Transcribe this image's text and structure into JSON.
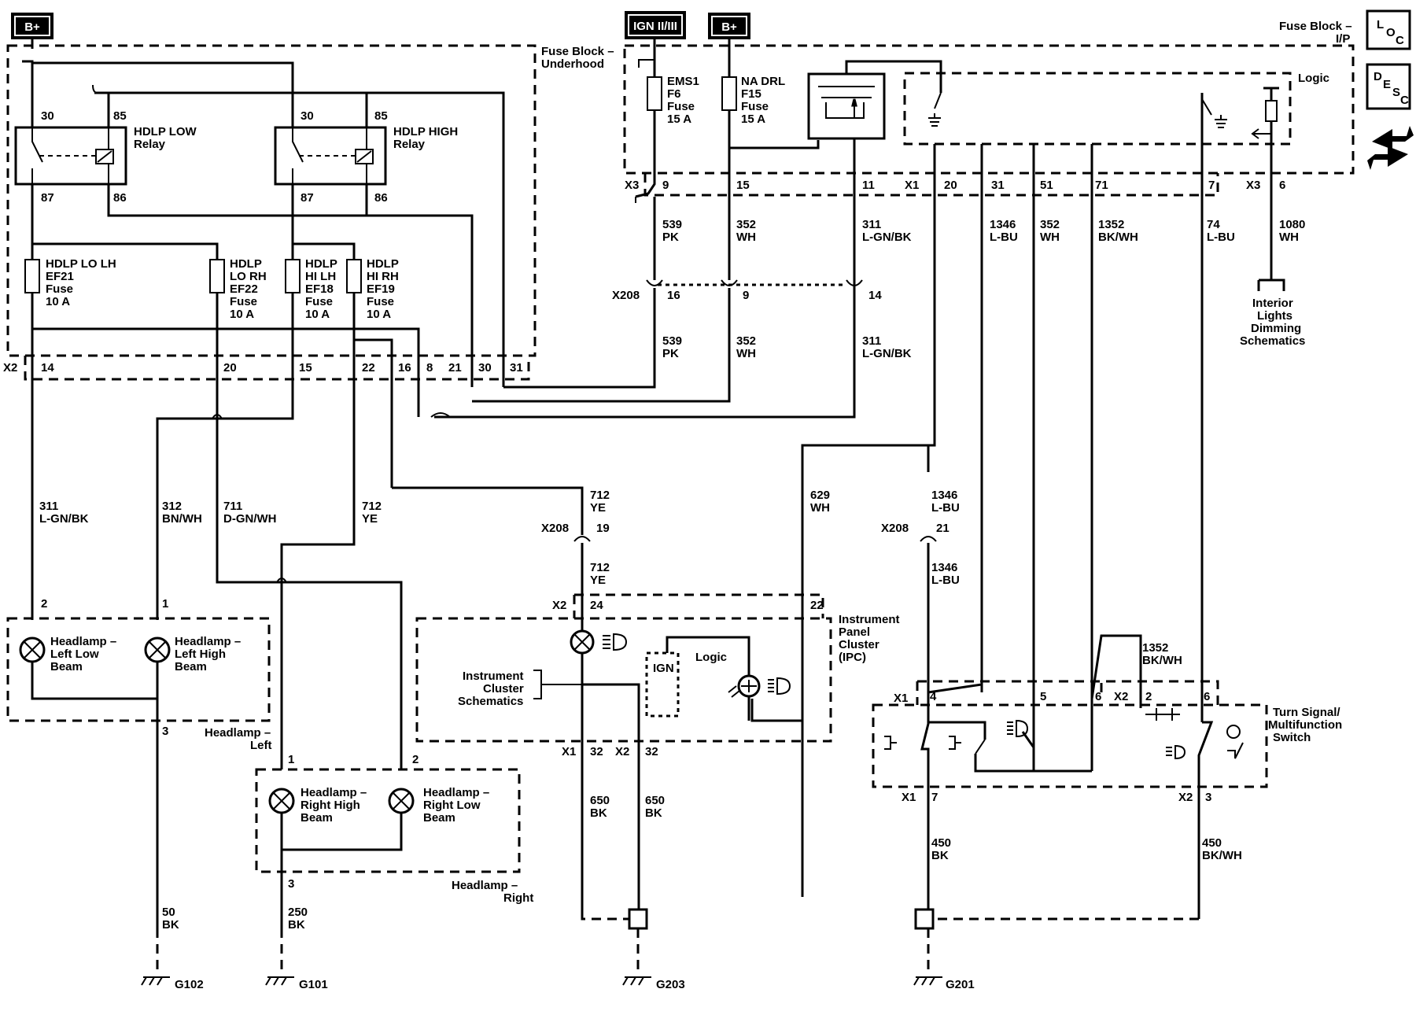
{
  "diagram": {
    "power_labels": {
      "b_plus_left": "B+",
      "ign": "IGN II/III",
      "b_plus_right": "B+"
    },
    "blocks": {
      "underhood_1": "Fuse Block –",
      "underhood_2": "Underhood",
      "ip_1": "Fuse Block –",
      "ip_2": "I/P",
      "logic_top": "Logic",
      "ipc_1": "Instrument",
      "ipc_2": "Panel",
      "ipc_3": "Cluster",
      "ipc_4": "(IPC)",
      "ipc_logic": "Logic",
      "ipc_ign": "IGN",
      "cluster_ref_1": "Instrument",
      "cluster_ref_2": "Cluster",
      "cluster_ref_3": "Schematics",
      "dimming_1": "Interior",
      "dimming_2": "Lights",
      "dimming_3": "Dimming",
      "dimming_4": "Schematics",
      "headlamp_left_1": "Headlamp –",
      "headlamp_left_2": "Left",
      "headlamp_right_1": "Headlamp –",
      "headlamp_right_2": "Right",
      "switch_1": "Turn Signal/",
      "switch_2": "Multifunction",
      "switch_3": "Switch"
    },
    "icons": {
      "loc_1": "L",
      "loc_2": "O",
      "loc_3": "C",
      "desc_1": "D",
      "desc_2": "E",
      "desc_3": "S",
      "desc_4": "C"
    },
    "relays": {
      "low_1": "HDLP LOW",
      "low_2": "Relay",
      "high_1": "HDLP HIGH",
      "high_2": "Relay",
      "pin30": "30",
      "pin85": "85",
      "pin87": "87",
      "pin86": "86"
    },
    "fuses": {
      "ef21": [
        "HDLP LO LH",
        "EF21",
        "Fuse",
        "10 A"
      ],
      "ef22": [
        "HDLP",
        "LO RH",
        "EF22",
        "Fuse",
        "10 A"
      ],
      "ef18": [
        "HDLP",
        "HI LH",
        "EF18",
        "Fuse",
        "10 A"
      ],
      "ef19": [
        "HDLP",
        "HI RH",
        "EF19",
        "Fuse",
        "10 A"
      ],
      "f6": [
        "EMS1",
        "F6",
        "Fuse",
        "15 A"
      ],
      "f15": [
        "NA DRL",
        "F15",
        "Fuse",
        "15 A"
      ]
    },
    "connectors": {
      "x2": "X2",
      "x1": "X1",
      "x3": "X3",
      "x208": "X208",
      "x2_pins": [
        "14",
        "20",
        "15",
        "22",
        "16",
        "8",
        "21",
        "30",
        "31"
      ],
      "x3_pin_9": "9",
      "ip_pins": [
        "15",
        "11",
        "20",
        "31",
        "51",
        "71",
        "7",
        "6"
      ],
      "x208_pins_top": [
        "16",
        "9",
        "14"
      ],
      "x208_pin_19": "19",
      "x208_pin_21": "21",
      "ipc_pin_24": "24",
      "ipc_pin_22": "22",
      "ipc_bottom_pins": [
        "32",
        "32"
      ],
      "hl_left_pins": [
        "2",
        "1",
        "3"
      ],
      "hl_right_pins": [
        "1",
        "2",
        "3"
      ],
      "sw_top_pins": [
        "4",
        "5",
        "6",
        "2",
        "6"
      ],
      "sw_bottom_pins": [
        "7",
        "3"
      ]
    },
    "wires": {
      "w539": [
        "539",
        "PK"
      ],
      "w352": [
        "352",
        "WH"
      ],
      "w311": [
        "311",
        "L-GN/BK"
      ],
      "w1346": [
        "1346",
        "L-BU"
      ],
      "w1352": [
        "1352",
        "BK/WH"
      ],
      "w74": [
        "74",
        "L-BU"
      ],
      "w1080": [
        "1080",
        "WH"
      ],
      "w312": [
        "312",
        "BN/WH"
      ],
      "w711": [
        "711",
        "D-GN/WH"
      ],
      "w712": [
        "712",
        "YE"
      ],
      "w629": [
        "629",
        "WH"
      ],
      "w650": [
        "650",
        "BK"
      ],
      "w450": [
        "450",
        "BK"
      ],
      "w450bw": [
        "450",
        "BK/WH"
      ],
      "w50": [
        "50",
        "BK"
      ],
      "w250": [
        "250",
        "BK"
      ]
    },
    "lamps": {
      "ll_1": "Headlamp –",
      "ll_2": "Left Low",
      "ll_3": "Beam",
      "lh_1": "Headlamp –",
      "lh_2": "Left High",
      "lh_3": "Beam",
      "rh_1": "Headlamp –",
      "rh_2": "Right High",
      "rh_3": "Beam",
      "rl_1": "Headlamp –",
      "rl_2": "Right Low",
      "rl_3": "Beam"
    },
    "grounds": {
      "g102": "G102",
      "g101": "G101",
      "g203": "G203",
      "g201": "G201"
    }
  }
}
